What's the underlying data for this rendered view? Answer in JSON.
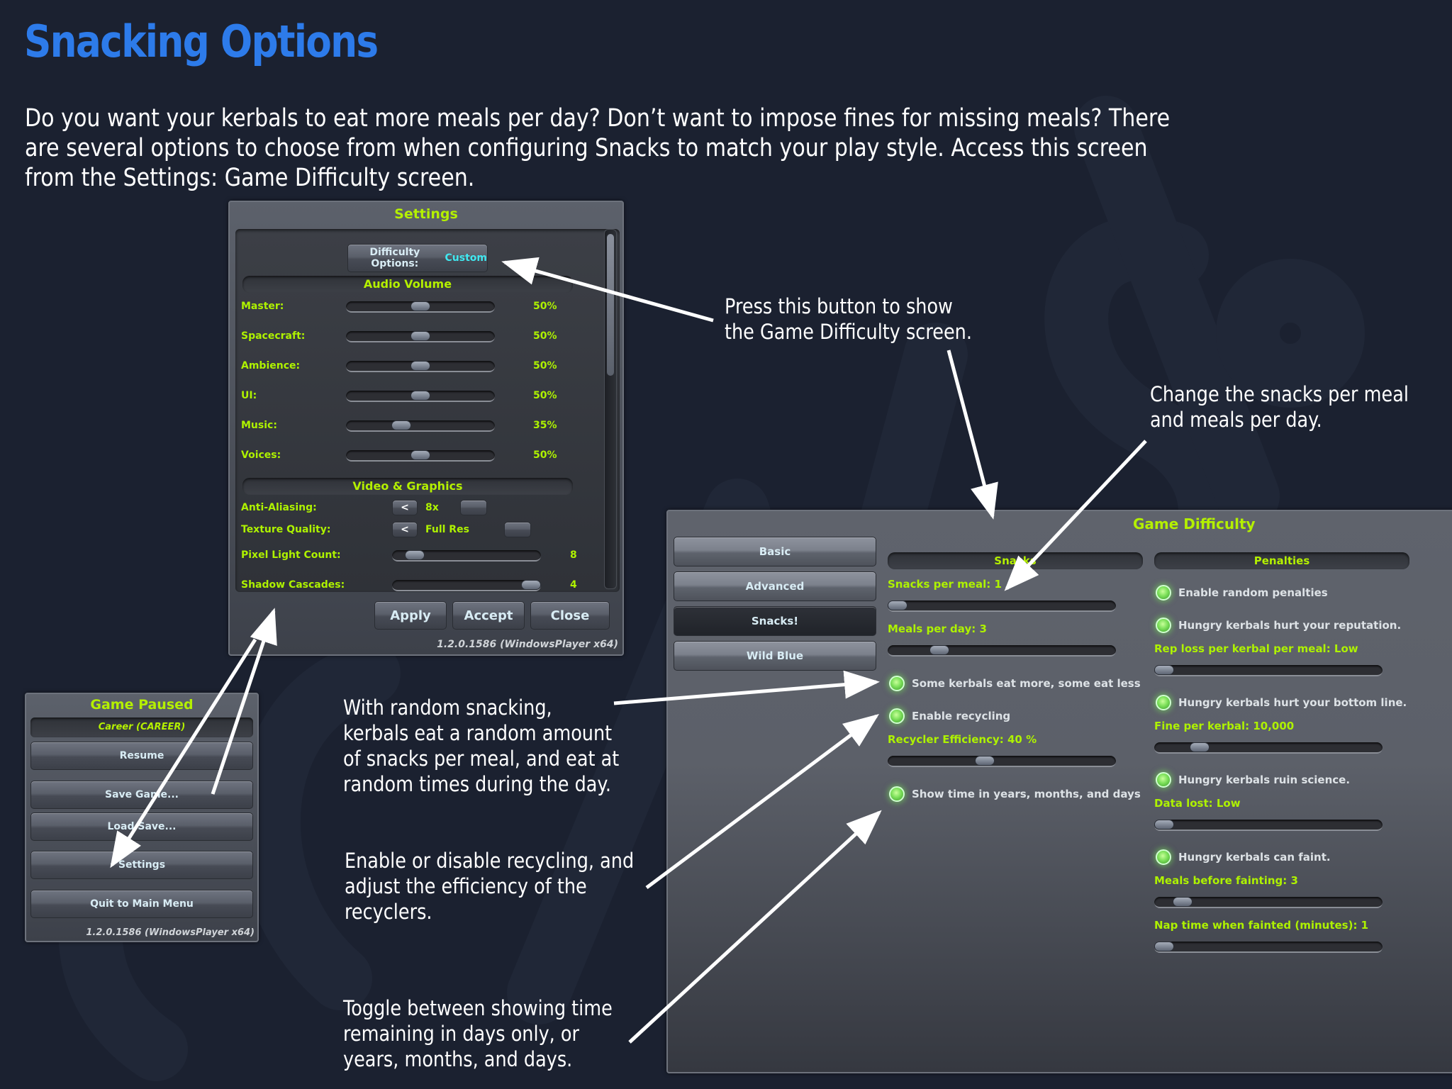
{
  "page": {
    "title": "Snacking Options",
    "intro": "Do you want your kerbals to eat more meals per day? Don’t want to impose fines for missing meals? There are several options to choose from when configuring Snacks to match your play style. Access this screen from the Settings: Game Difficulty screen.",
    "background_color": "#1b2130",
    "title_color": "#2d7bea",
    "accent_green": "#aef200"
  },
  "callouts": {
    "difficulty_button": "Press this button to show\nthe Game Difficulty screen.",
    "snacks_meals": "Change the snacks per meal\nand meals per day.",
    "random_snacking": "With random snacking,\nkerbals eat a random amount\nof snacks per meal, and eat at\nrandom times during the day.",
    "recycling": "Enable or disable recycling, and\nadjust the efficiency of the\nrecyclers.",
    "time_display": "Toggle between showing time\nremaining in days only, or\nyears, months, and days."
  },
  "settings_window": {
    "title": "Settings",
    "difficulty_button_label": "Difficulty Options:",
    "difficulty_button_value": "Custom",
    "audio_section": "Audio Volume",
    "audio": [
      {
        "label": "Master:",
        "value": "50%",
        "fraction": 0.5
      },
      {
        "label": "Spacecraft:",
        "value": "50%",
        "fraction": 0.5
      },
      {
        "label": "Ambience:",
        "value": "50%",
        "fraction": 0.5
      },
      {
        "label": "UI:",
        "value": "50%",
        "fraction": 0.5
      },
      {
        "label": "Music:",
        "value": "35%",
        "fraction": 0.35
      },
      {
        "label": "Voices:",
        "value": "50%",
        "fraction": 0.5
      }
    ],
    "video_section": "Video & Graphics",
    "anti_aliasing": {
      "label": "Anti-Aliasing:",
      "prev": "<",
      "value": "8x"
    },
    "texture_quality": {
      "label": "Texture Quality:",
      "prev": "<",
      "value": "Full Res"
    },
    "pixel_light": {
      "label": "Pixel Light Count:",
      "value": "8",
      "fraction": 0.1
    },
    "shadow_cascades": {
      "label": "Shadow Cascades:",
      "value": "4",
      "fraction": 1.0
    },
    "buttons": {
      "apply": "Apply",
      "accept": "Accept",
      "close": "Close"
    },
    "version": "1.2.0.1586 (WindowsPlayer x64)",
    "scroll_fraction": 0.0
  },
  "pause_menu": {
    "title": "Game Paused",
    "subtitle": "Career (CAREER)",
    "items": [
      "Resume",
      "Save Game...",
      "Load Save...",
      "Settings",
      "Quit to Main Menu"
    ],
    "version": "1.2.0.1586 (WindowsPlayer x64)"
  },
  "difficulty_window": {
    "title": "Game Difficulty",
    "tabs": [
      {
        "label": "Basic",
        "active": false
      },
      {
        "label": "Advanced",
        "active": false
      },
      {
        "label": "Snacks!",
        "active": true
      },
      {
        "label": "Wild Blue",
        "active": false
      }
    ],
    "snacks_section": "Snacks",
    "snacks_per_meal": {
      "label": "Snacks per meal: 1",
      "fraction": 0.0
    },
    "meals_per_day": {
      "label": "Meals per day: 3",
      "fraction": 0.2
    },
    "random_snacking": {
      "label": "Some kerbals eat more, some eat less",
      "on": true
    },
    "enable_recycling": {
      "label": "Enable recycling",
      "on": true
    },
    "recycler_efficiency": {
      "label": "Recycler Efficiency: 40 %",
      "fraction": 0.42
    },
    "show_time": {
      "label": "Show time in years, months, and days",
      "on": true
    },
    "penalties_section": "Penalties",
    "random_penalties": {
      "label": "Enable random penalties",
      "on": true
    },
    "rep_penalty": {
      "label": "Hungry kerbals hurt your reputation.",
      "on": true
    },
    "rep_loss": {
      "label": "Rep loss per kerbal per meal: Low",
      "fraction": 0.0
    },
    "fine_penalty": {
      "label": "Hungry kerbals hurt your bottom line.",
      "on": true
    },
    "fine": {
      "label": "Fine per kerbal: 10,000",
      "fraction": 0.17
    },
    "science_penalty": {
      "label": "Hungry kerbals ruin science.",
      "on": true
    },
    "data_lost": {
      "label": "Data lost: Low",
      "fraction": 0.0
    },
    "faint_penalty": {
      "label": "Hungry kerbals can faint.",
      "on": true
    },
    "meals_before_fainting": {
      "label": "Meals before fainting: 3",
      "fraction": 0.09
    },
    "nap_time": {
      "label": "Nap time when fainted (minutes): 1",
      "fraction": 0.0
    }
  }
}
